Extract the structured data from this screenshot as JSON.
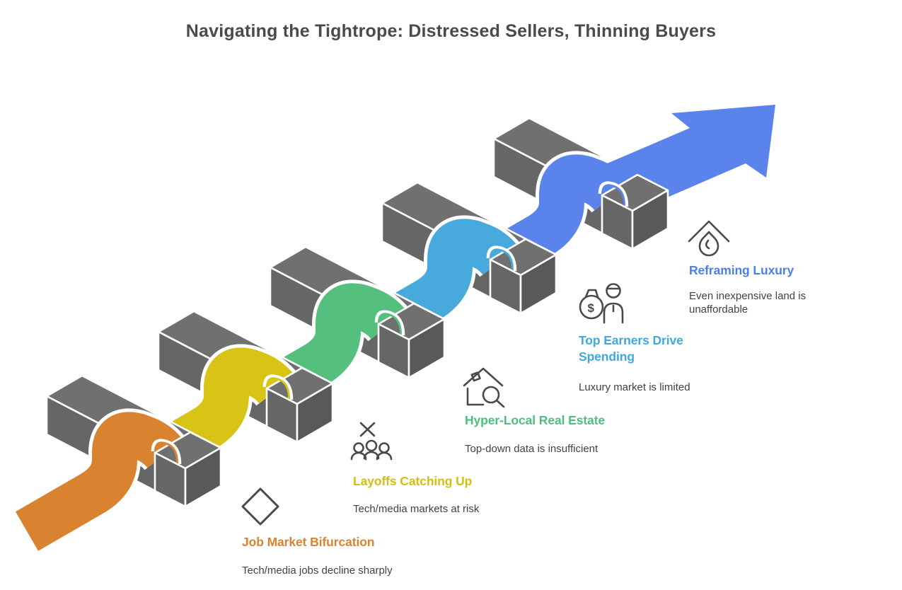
{
  "title": "Navigating the Tightrope: Distressed Sellers, Thinning Buyers",
  "palette": {
    "orange": "#d9822f",
    "yellow": "#d7c414",
    "green": "#55c07d",
    "sky_blue": "#48a9dd",
    "royal_blue": "#5b83ec",
    "block_gray_top": "#707070",
    "block_gray_side": "#666666",
    "block_gray_end": "#595959",
    "text_dark": "#4a4a4a"
  },
  "steps": [
    {
      "heading": "Job Market Bifurcation",
      "subtext": "Tech/media jobs decline sharply",
      "color": "#d9822f",
      "icon": "diamond-icon"
    },
    {
      "heading": "Layoffs Catching Up",
      "subtext": "Tech/media markets at risk",
      "color": "#d7c414",
      "icon": "people-x-icon"
    },
    {
      "heading": "Hyper-Local Real Estate",
      "subtext": "Top-down data is insufficient",
      "color": "#55c07d",
      "icon": "house-magnifier-icon"
    },
    {
      "heading": "Top Earners Drive Spending",
      "subtext": "Luxury market is limited",
      "color": "#48a9dd",
      "icon": "money-bag-person-icon",
      "icon_glyph": "$"
    },
    {
      "heading": "Reframing Luxury",
      "subtext": "Even inexpensive land is unaffordable",
      "color": "#5b83ec",
      "icon": "house-flame-icon"
    }
  ],
  "arrow": {
    "color": "#5b83ec"
  }
}
